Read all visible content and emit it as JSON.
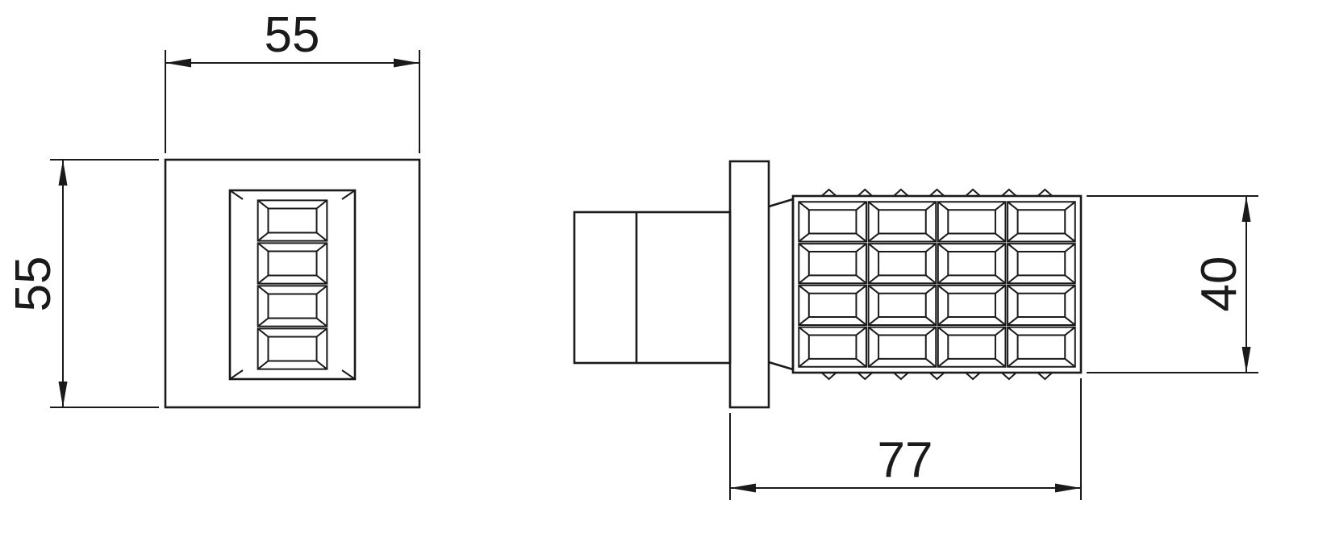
{
  "drawing": {
    "type": "technical-dimension-drawing",
    "colors": {
      "line": "#1a1a1a",
      "background": "#ffffff"
    },
    "dimensions": {
      "front_width": "55",
      "front_height": "55",
      "side_length": "77",
      "side_height": "40"
    }
  }
}
